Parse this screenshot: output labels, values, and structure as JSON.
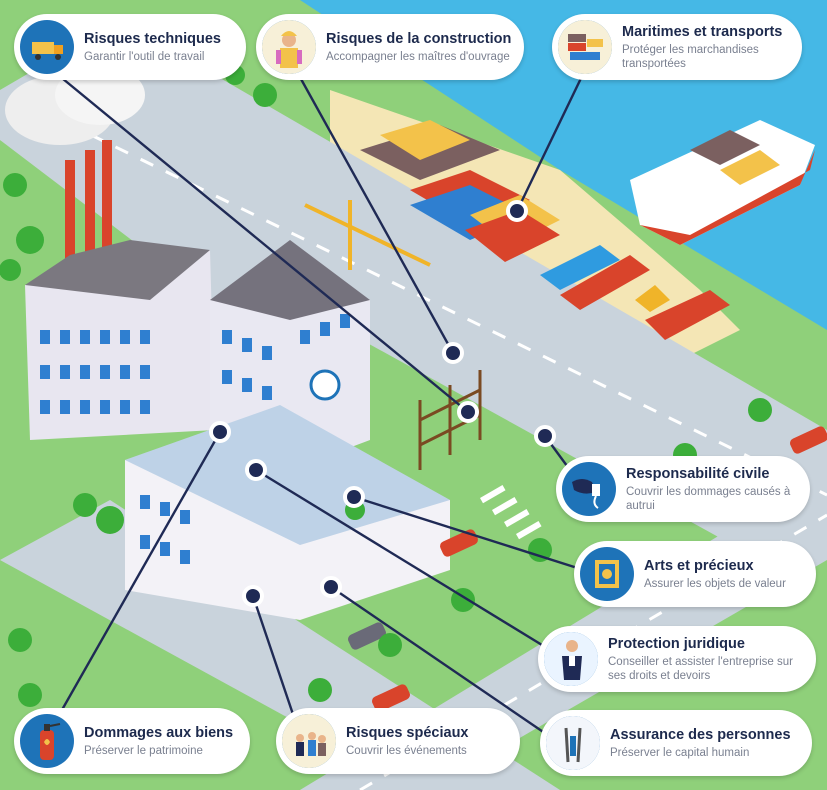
{
  "categories": [
    {
      "id": "risques-techniques",
      "title": "Risques techniques",
      "desc": "Garantir l'outil de travail"
    },
    {
      "id": "risques-construction",
      "title": "Risques de la construction",
      "desc": "Accompagner les maîtres d'ouvrage"
    },
    {
      "id": "maritimes-transports",
      "title": "Maritimes et transports",
      "desc": "Protéger les marchandises transportées"
    },
    {
      "id": "responsabilite-civile",
      "title": "Responsabilité civile",
      "desc": "Couvrir les dommages causés à autrui"
    },
    {
      "id": "arts-precieux",
      "title": "Arts et précieux",
      "desc": "Assurer les objets de valeur"
    },
    {
      "id": "protection-juridique",
      "title": "Protection juridique",
      "desc": "Conseiller et assister l'entreprise sur ses droits et devoirs"
    },
    {
      "id": "assurance-personnes",
      "title": "Assurance des personnes",
      "desc": "Préserver le capital humain"
    },
    {
      "id": "risques-speciaux",
      "title": "Risques spéciaux",
      "desc": "Couvrir les événements"
    },
    {
      "id": "dommages-biens",
      "title": "Dommages aux biens",
      "desc": "Préserver le patrimoine"
    }
  ],
  "colors": {
    "title": "#1d2a4d",
    "desc": "#7a8090",
    "connector": "#1f2a55",
    "icon_bg": "#1e73b8",
    "water": "#45b8e6",
    "grass": "#8fd07a",
    "road": "#c9d3dc"
  }
}
